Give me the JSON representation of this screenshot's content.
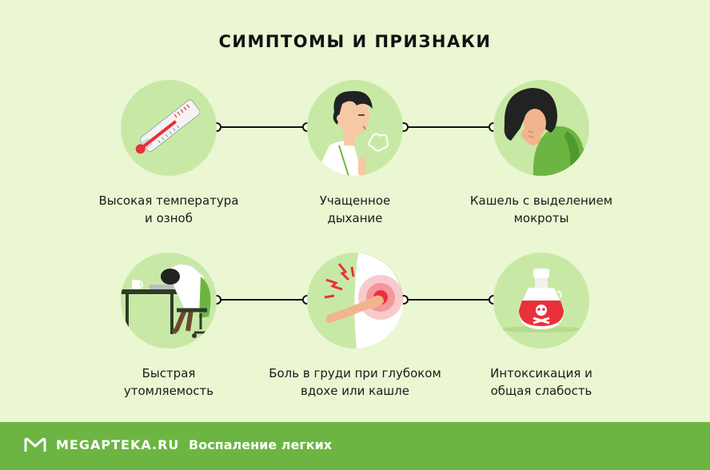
{
  "header": {
    "title": "СИМПТОМЫ И ПРИЗНАКИ"
  },
  "symptoms": [
    {
      "label": "Высокая температура\nи озноб",
      "icon": "thermometer-icon"
    },
    {
      "label": "Учащенное\nдыхание",
      "icon": "rapid-breathing-icon"
    },
    {
      "label": "Кашель с выделением\nмокроты",
      "icon": "coughing-person-icon"
    },
    {
      "label": "Быстрая\nутомляемость",
      "icon": "tired-person-at-desk-icon"
    },
    {
      "label": "Боль в груди при глубоком\nвдохе или кашле",
      "icon": "chest-pain-icon"
    },
    {
      "label": "Интоксикация и\nобщая слабость",
      "icon": "poison-bottle-icon"
    }
  ],
  "footer": {
    "brand": "MEGAPTEKA.RU",
    "topic": "Воспаление легких"
  },
  "colors": {
    "background": "#eaf7d2",
    "circle": "#c8e9a6",
    "footer": "#6cb543",
    "accent_red": "#e8313a"
  }
}
